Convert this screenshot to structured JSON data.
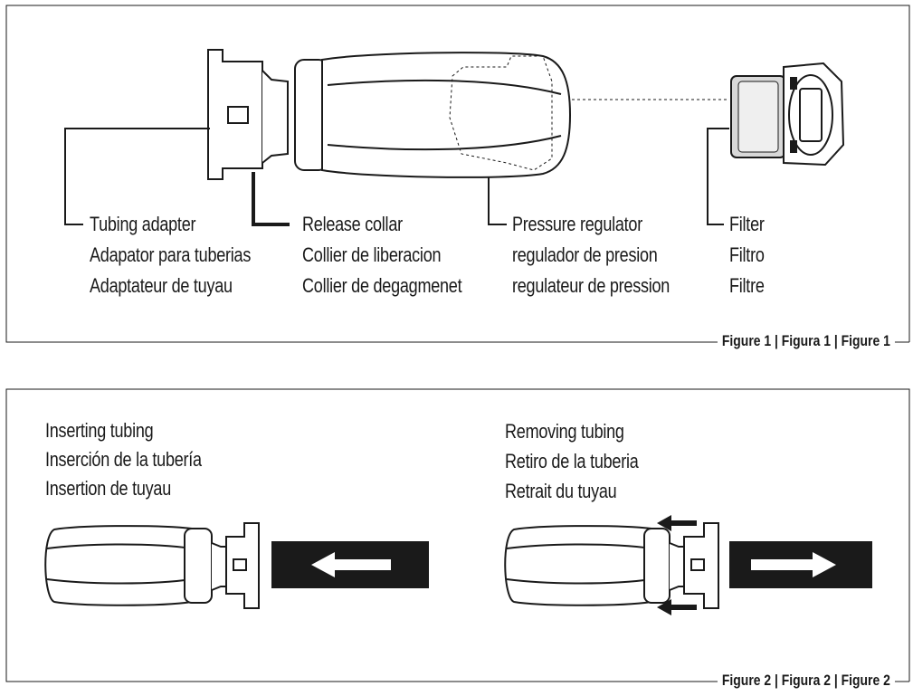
{
  "figure1": {
    "caption": "Figure 1 | Figura 1 | Figure 1",
    "labels": {
      "tubing_adapter": [
        "Tubing adapter",
        "Adapator para tuberias",
        "Adaptateur de tuyau"
      ],
      "release_collar": [
        "Release collar",
        "Collier de liberacion",
        "Collier de degagmenet"
      ],
      "pressure_regulator": [
        "Pressure regulator",
        "regulador de presion",
        "regulateur de pression"
      ],
      "filter": [
        "Filter",
        "Filtro",
        "Filtre"
      ]
    }
  },
  "figure2": {
    "caption": "Figure 2 | Figura 2 | Figure 2",
    "inserting": [
      "Inserting tubing",
      "Inserción de la tubería",
      "Insertion de tuyau"
    ],
    "removing": [
      "Removing tubing",
      "Retiro de la tuberia",
      "Retrait du tuyau"
    ]
  },
  "colors": {
    "ink": "#1a1a1a",
    "paper": "#ffffff",
    "tube": "#1a1a1a"
  }
}
